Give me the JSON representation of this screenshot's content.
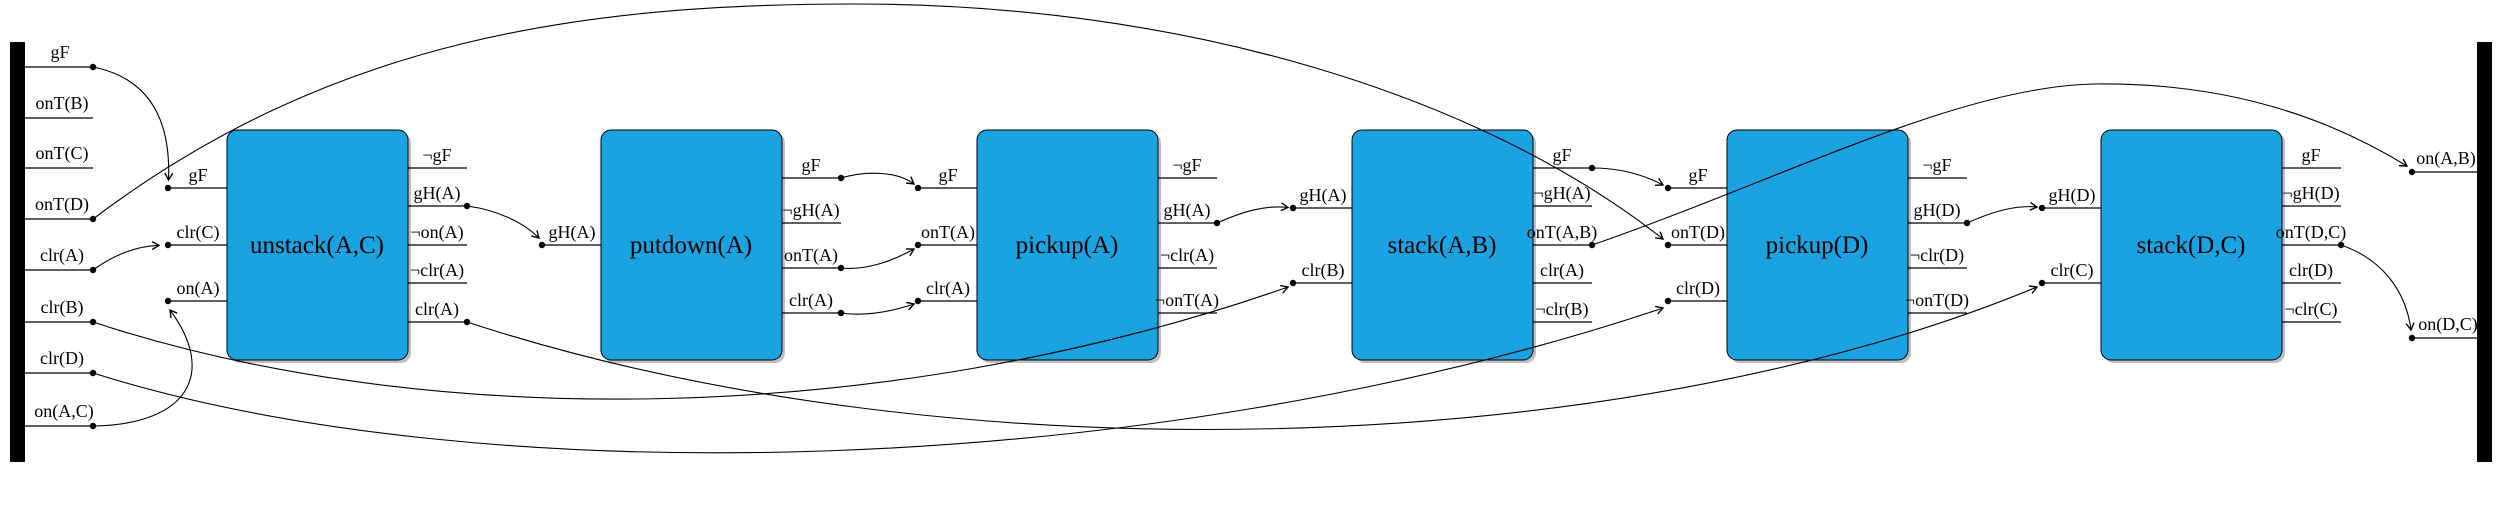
{
  "diagram": {
    "type": "partial-order-plan",
    "initial_facts": [
      "gF",
      "onT(B)",
      "onT(C)",
      "onT(D)",
      "clr(A)",
      "clr(B)",
      "clr(D)",
      "on(A,C)"
    ],
    "goal_facts": [
      "on(A,B)",
      "on(D,C)"
    ],
    "actions": [
      {
        "name": "unstack(A,C)",
        "inputs": [
          "gF",
          "clr(C)",
          "on(A)"
        ],
        "outputs": [
          "¬gF",
          "gH(A)",
          "¬on(A)",
          "¬clr(A)",
          "clr(A)"
        ]
      },
      {
        "name": "putdown(A)",
        "inputs": [
          "gH(A)"
        ],
        "outputs": [
          "gF",
          "¬gH(A)",
          "onT(A)",
          "clr(A)"
        ]
      },
      {
        "name": "pickup(A)",
        "inputs": [
          "gF",
          "onT(A)",
          "clr(A)"
        ],
        "outputs": [
          "¬gF",
          "gH(A)",
          "¬clr(A)",
          "¬onT(A)"
        ]
      },
      {
        "name": "stack(A,B)",
        "inputs": [
          "gH(A)",
          "clr(B)"
        ],
        "outputs": [
          "gF",
          "¬gH(A)",
          "onT(A,B)",
          "clr(A)",
          "¬clr(B)"
        ]
      },
      {
        "name": "pickup(D)",
        "inputs": [
          "gF",
          "onT(D)",
          "clr(D)"
        ],
        "outputs": [
          "¬gF",
          "gH(D)",
          "¬clr(D)",
          "¬onT(D)"
        ]
      },
      {
        "name": "stack(D,C)",
        "inputs": [
          "gH(D)",
          "clr(C)"
        ],
        "outputs": [
          "gF",
          "¬gH(D)",
          "onT(D,C)",
          "clr(D)",
          "¬clr(C)"
        ]
      }
    ],
    "colors": {
      "action_fill": "#1AA3E0",
      "bar": "#000000",
      "link": "#000000"
    }
  }
}
